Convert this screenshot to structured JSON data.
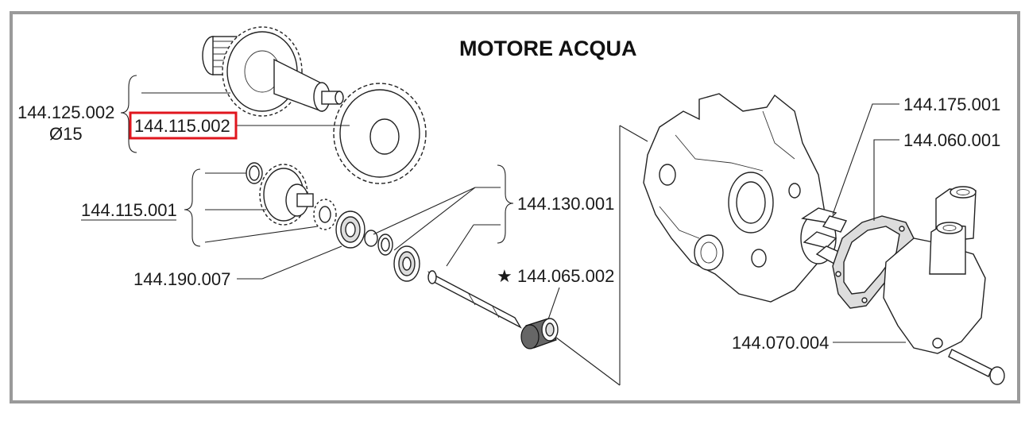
{
  "title": "MOTORE ACQUA",
  "labels": {
    "shaft_assembly": "144.125.002",
    "shaft_diameter": "Ø15",
    "highlighted_gear": "144.115.002",
    "gear_set": "144.115.001",
    "bearing": "144.190.007",
    "seal_set": "144.130.001",
    "bushing": "144.065.002",
    "bushing_marker": "★",
    "impeller": "144.175.001",
    "gasket": "144.060.001",
    "pump_cover": "144.070.004"
  },
  "colors": {
    "highlight_box": "#e0161e",
    "frame": "#9a9a9a",
    "text": "#1a1a1a"
  }
}
